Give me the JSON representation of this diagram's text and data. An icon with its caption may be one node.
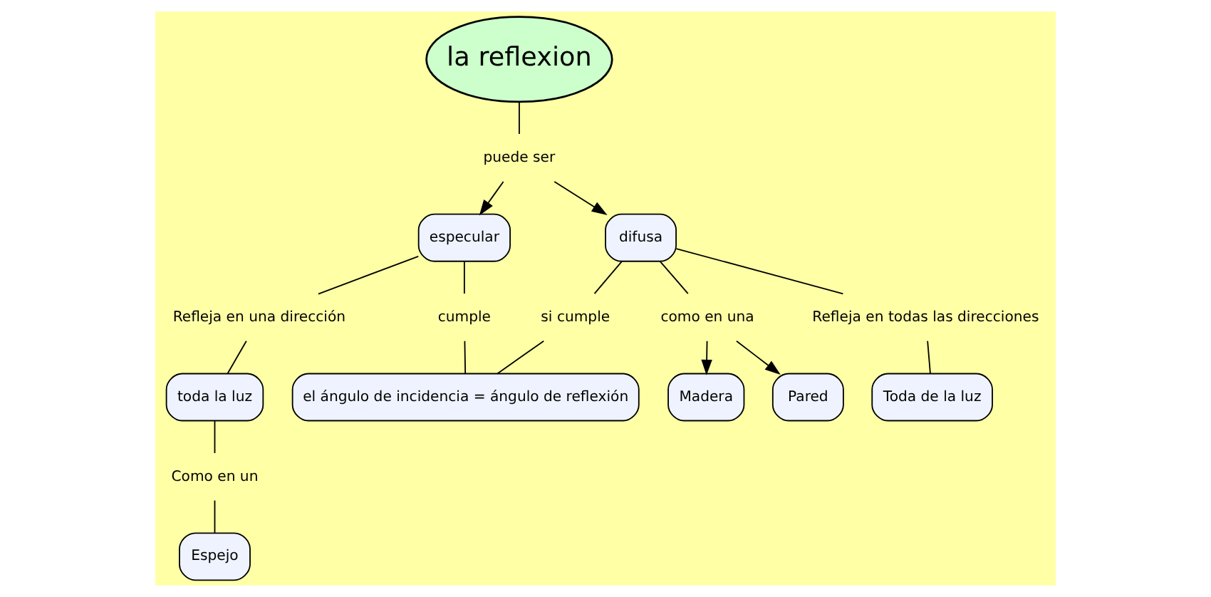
{
  "diagram": {
    "nodes": [
      {
        "text": [
          "la reflexion"
        ]
      },
      {
        "text": [
          "puede ser"
        ]
      },
      {
        "text": [
          "especular"
        ]
      },
      {
        "text": [
          "difusa"
        ]
      },
      {
        "text": [
          "como en una"
        ]
      },
      {
        "text": [
          "Madera"
        ]
      },
      {
        "text": [
          "Pared"
        ]
      },
      {
        "text": [
          "Refleja en una dirección"
        ]
      },
      {
        "text": [
          "Refleja en todas las direcciones"
        ]
      },
      {
        "text": [
          "toda la luz"
        ]
      },
      {
        "text": [
          "Toda de la luz"
        ]
      },
      {
        "text": [
          "cumple"
        ]
      },
      {
        "text": [
          "si cumple"
        ]
      },
      {
        "text": [
          "Como en un"
        ]
      },
      {
        "text": [
          "Espejo"
        ]
      },
      {
        "text": [
          "el ángulo de incidencia = ángulo de reflexión"
        ]
      }
    ],
    "edges": [
      {
        "from": 0,
        "to": 1,
        "arrow": "none"
      },
      {
        "from": 1,
        "to": 2,
        "arrow": "to"
      },
      {
        "from": 1,
        "to": 3,
        "arrow": "to"
      },
      {
        "from": 3,
        "to": 4,
        "arrow": "none"
      },
      {
        "from": 4,
        "to": 5,
        "arrow": "to"
      },
      {
        "from": 4,
        "to": 6,
        "arrow": "to"
      },
      {
        "from": 2,
        "to": 7,
        "arrow": "none"
      },
      {
        "from": 7,
        "to": 9,
        "arrow": "none"
      },
      {
        "from": 3,
        "to": 8,
        "arrow": "none"
      },
      {
        "from": 8,
        "to": 10,
        "arrow": "none"
      },
      {
        "from": 2,
        "to": 11,
        "arrow": "none"
      },
      {
        "from": 11,
        "to": 15,
        "arrow": "none"
      },
      {
        "from": 3,
        "to": 12,
        "arrow": "none"
      },
      {
        "from": 12,
        "to": 15,
        "arrow": "none"
      },
      {
        "from": 9,
        "to": 13,
        "arrow": "none"
      },
      {
        "from": 13,
        "to": 14,
        "arrow": "none"
      }
    ]
  }
}
